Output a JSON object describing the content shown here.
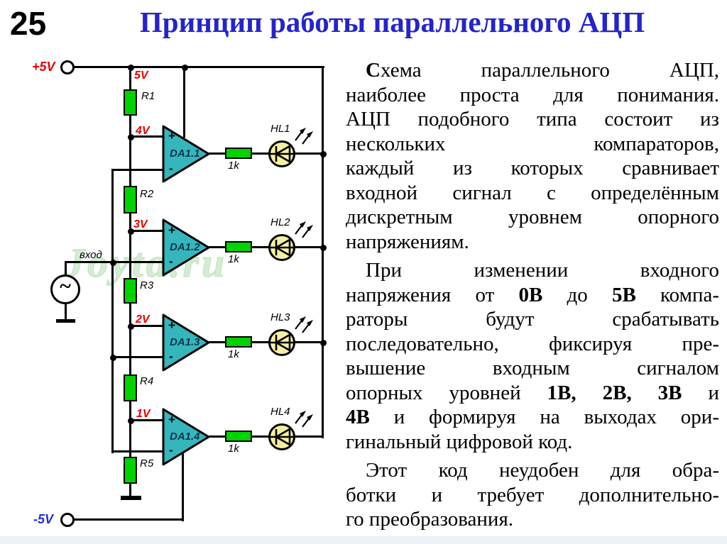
{
  "slide": {
    "number": "25",
    "title": "Принцип работы параллельного АЦП"
  },
  "paragraphs": [
    {
      "lines": [
        {
          "segments": [
            {
              "t": "С",
              "b": true
            },
            {
              "t": "хема параллельного АЦП,"
            }
          ]
        },
        {
          "segments": [
            {
              "t": "наиболее проста для понимания."
            }
          ]
        },
        {
          "segments": [
            {
              "t": "АЦП подобного типа состоит из"
            }
          ]
        },
        {
          "segments": [
            {
              "t": "нескольких компараторов,"
            }
          ]
        },
        {
          "segments": [
            {
              "t": "каждый из которых сравнивает"
            }
          ]
        },
        {
          "segments": [
            {
              "t": "входной сигнал с определённым"
            }
          ]
        },
        {
          "segments": [
            {
              "t": "дискретным уровнем опорного"
            }
          ]
        },
        {
          "segments": [
            {
              "t": "напряжениям."
            }
          ],
          "last": true
        }
      ]
    },
    {
      "lines": [
        {
          "segments": [
            {
              "t": "При изменении входного"
            }
          ]
        },
        {
          "segments": [
            {
              "t": "напряжения от "
            },
            {
              "t": "0В",
              "b": true
            },
            {
              "t": " до "
            },
            {
              "t": "5В",
              "b": true
            },
            {
              "t": " компа-"
            }
          ]
        },
        {
          "segments": [
            {
              "t": "раторы будут срабатывать"
            }
          ]
        },
        {
          "segments": [
            {
              "t": "последовательно, фиксируя пре-"
            }
          ]
        },
        {
          "segments": [
            {
              "t": "вышение входным сигналом"
            }
          ]
        },
        {
          "segments": [
            {
              "t": "опорных уровней "
            },
            {
              "t": "1В, 2В, 3В",
              "b": true
            },
            {
              "t": " и"
            }
          ]
        },
        {
          "segments": [
            {
              "t": "4В",
              "b": true
            },
            {
              "t": " и формируя на выходах ори-"
            }
          ]
        },
        {
          "segments": [
            {
              "t": "гинальный цифровой код."
            }
          ],
          "last": true
        }
      ]
    },
    {
      "lines": [
        {
          "segments": [
            {
              "t": "Этот код неудобен для обра-"
            }
          ]
        },
        {
          "segments": [
            {
              "t": "ботки и требует дополнительно-"
            }
          ]
        },
        {
          "segments": [
            {
              "t": "го преобразования."
            }
          ],
          "last": true
        }
      ]
    }
  ],
  "schematic": {
    "positive_rail_label": "+5V",
    "negative_rail_label": "-5V",
    "input_label": "вход",
    "source_symbol": "~",
    "watermark": "Joyta.ru",
    "plus_sign": "+",
    "minus_sign": "-",
    "nodes": [
      {
        "v": "5V"
      },
      {
        "v": "4V"
      },
      {
        "v": "3V"
      },
      {
        "v": "2V"
      },
      {
        "v": "1V"
      }
    ],
    "resistors": [
      {
        "name": "R1"
      },
      {
        "name": "R2"
      },
      {
        "name": "R3"
      },
      {
        "name": "R4"
      },
      {
        "name": "R5"
      }
    ],
    "rows": [
      {
        "comparator": "DA1.1",
        "output_resistor": "1k",
        "led": "HL1"
      },
      {
        "comparator": "DA1.2",
        "output_resistor": "1k",
        "led": "HL2"
      },
      {
        "comparator": "DA1.3",
        "output_resistor": "1k",
        "led": "HL3"
      },
      {
        "comparator": "DA1.4",
        "output_resistor": "1k",
        "led": "HL4"
      }
    ],
    "colors": {
      "title-blue": "#2424cc",
      "schematic-red": "#e60000",
      "schematic-blue": "#2431c8",
      "resistor-green": "#00d300",
      "comparator-fill": "#35b6bd",
      "led-fill": "#f4f0a2",
      "wire": "#000000",
      "watermark": "rgba(160,214,160,0.45)",
      "footer-band": "#edf0f4"
    }
  }
}
